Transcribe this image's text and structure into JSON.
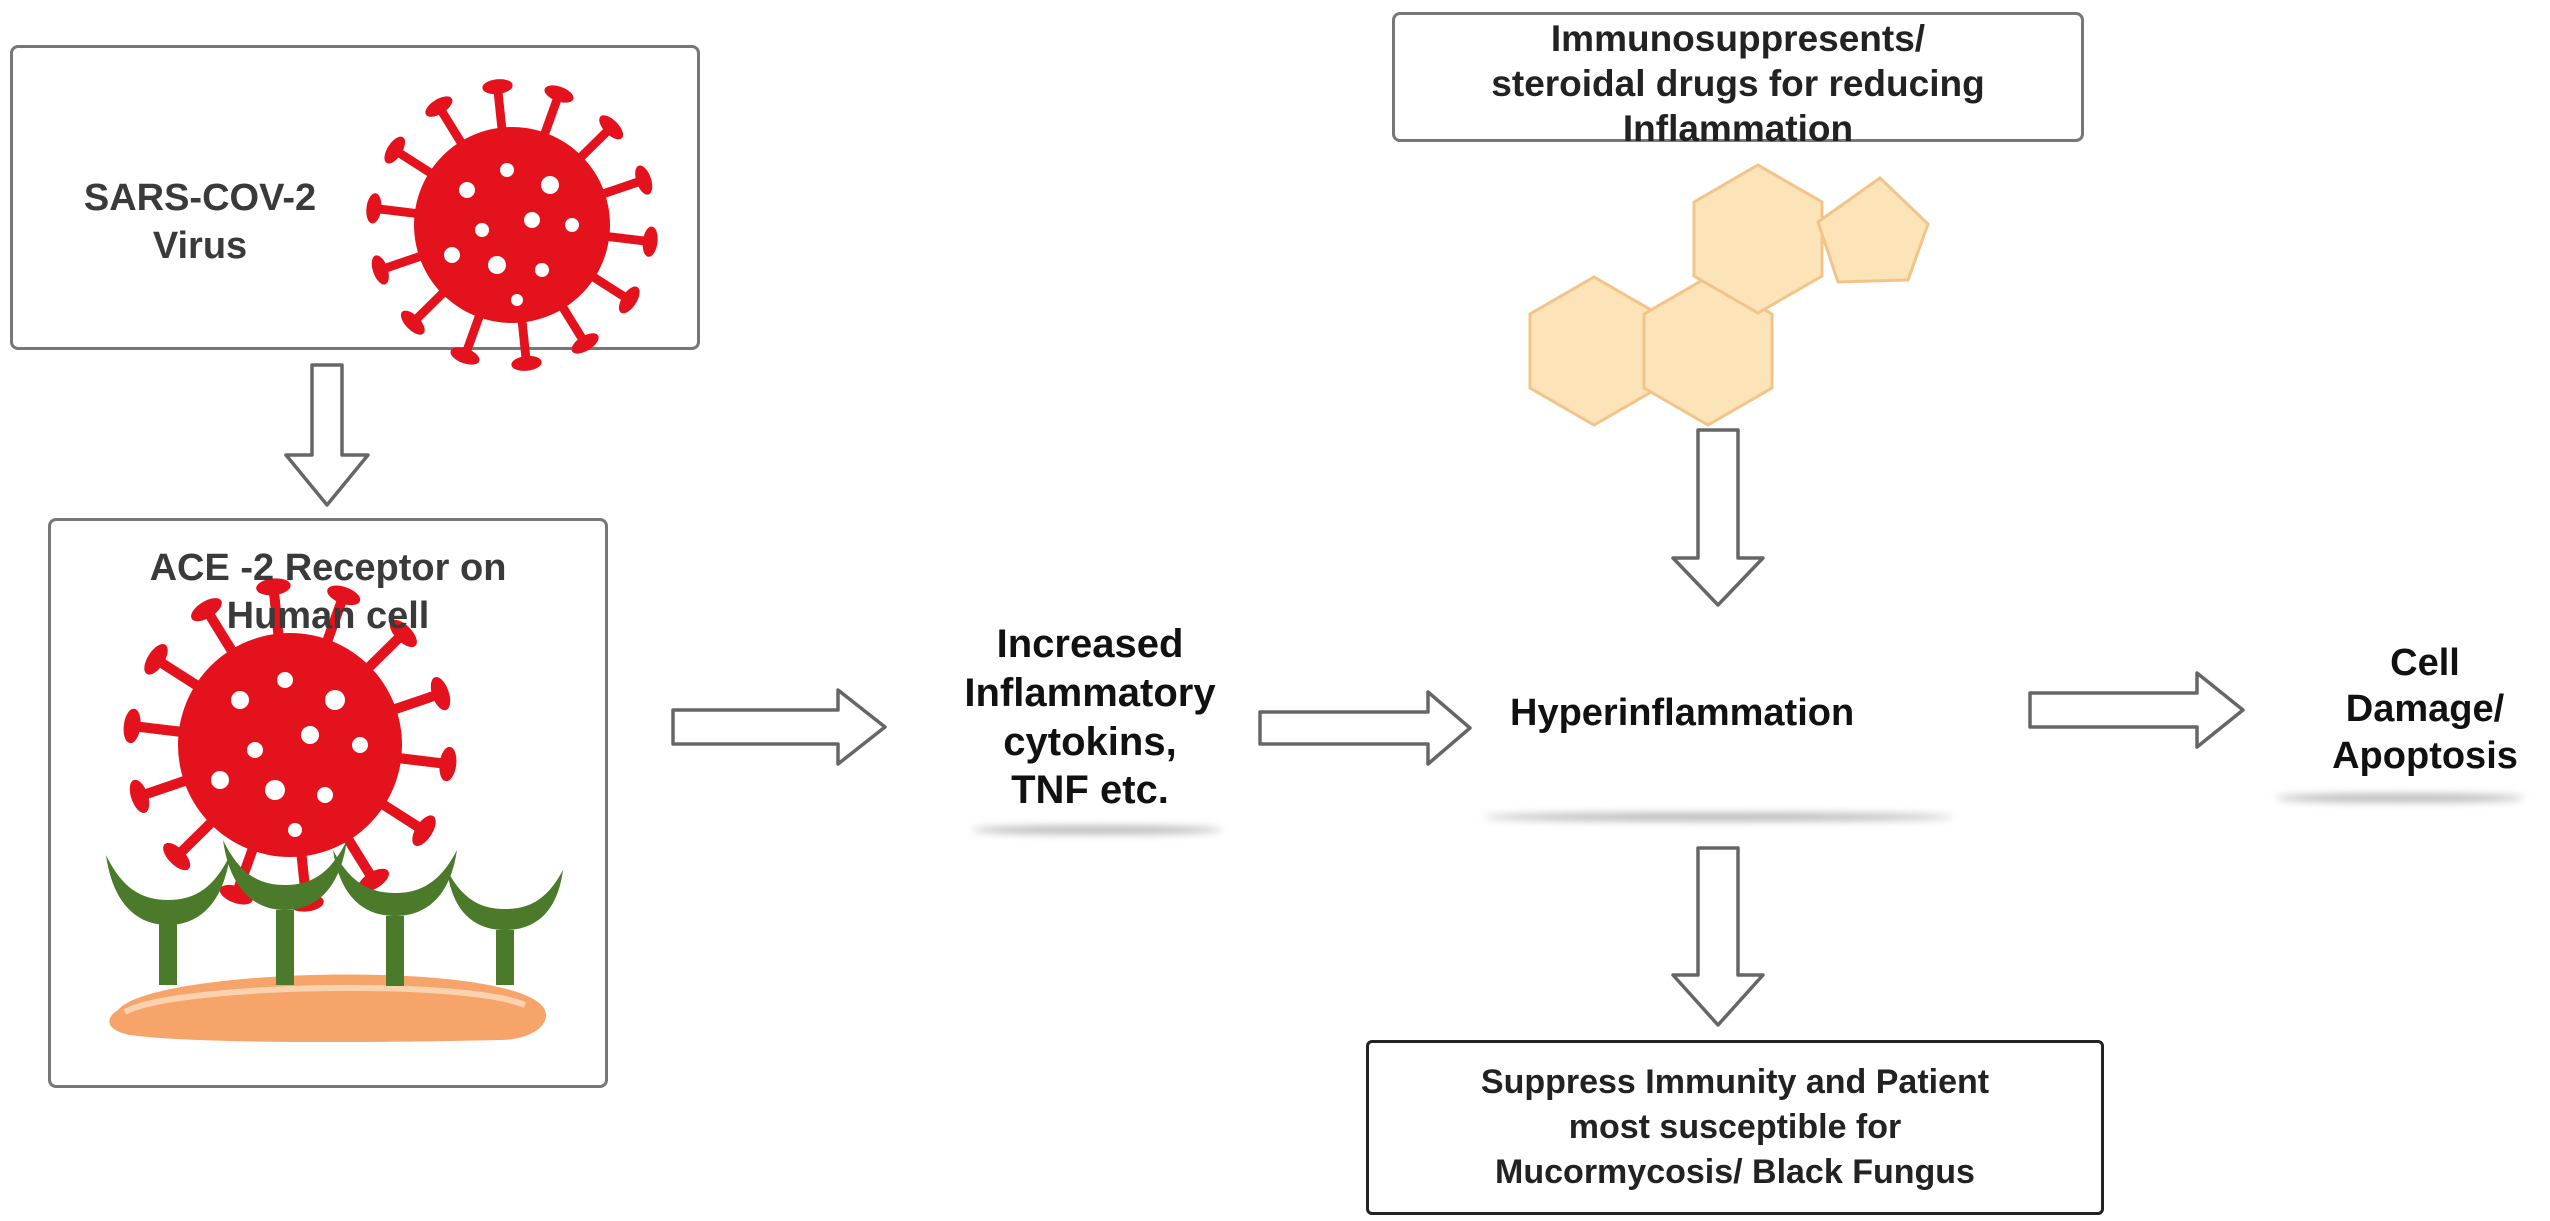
{
  "nodes": {
    "virus_box": {
      "label_line1": "SARS-COV-2",
      "label_line2": "Virus"
    },
    "ace_box": {
      "label_line1": "ACE -2 Receptor on",
      "label_line2": "Human cell"
    },
    "drugs_box": {
      "label_line1": "Immunosuppresents/",
      "label_line2": "steroidal drugs for reducing",
      "label_line3": "Inflammation"
    },
    "cytokines": {
      "label_line1": "Increased",
      "label_line2": "Inflammatory",
      "label_line3": "cytokins,",
      "label_line4": "TNF etc."
    },
    "hyperinflammation": {
      "label": "Hyperinflammation"
    },
    "cell_damage": {
      "label_line1": "Cell",
      "label_line2": "Damage/",
      "label_line3": "Apoptosis"
    },
    "suppress_box": {
      "label_line1": "Suppress Immunity and Patient",
      "label_line2": "most susceptible for",
      "label_line3": "Mucormycosis/ Black Fungus"
    }
  },
  "edges": [
    {
      "from": "virus_box",
      "to": "ace_box"
    },
    {
      "from": "ace_box",
      "to": "cytokines"
    },
    {
      "from": "cytokines",
      "to": "hyperinflammation"
    },
    {
      "from": "hyperinflammation",
      "to": "cell_damage"
    },
    {
      "from": "drugs_box",
      "to": "hyperinflammation"
    },
    {
      "from": "hyperinflammation",
      "to": "suppress_box"
    }
  ],
  "colors": {
    "virus": "#e3121c",
    "receptor": "#4a7a2a",
    "membrane": "#f7a46b",
    "molecule_fill": "#fde3b8",
    "molecule_stroke": "#f3c48a",
    "arrow_stroke": "#666666"
  },
  "icons": [
    "virus-icon",
    "receptor-icon",
    "cell-membrane-icon",
    "steroid-molecule-icon"
  ]
}
